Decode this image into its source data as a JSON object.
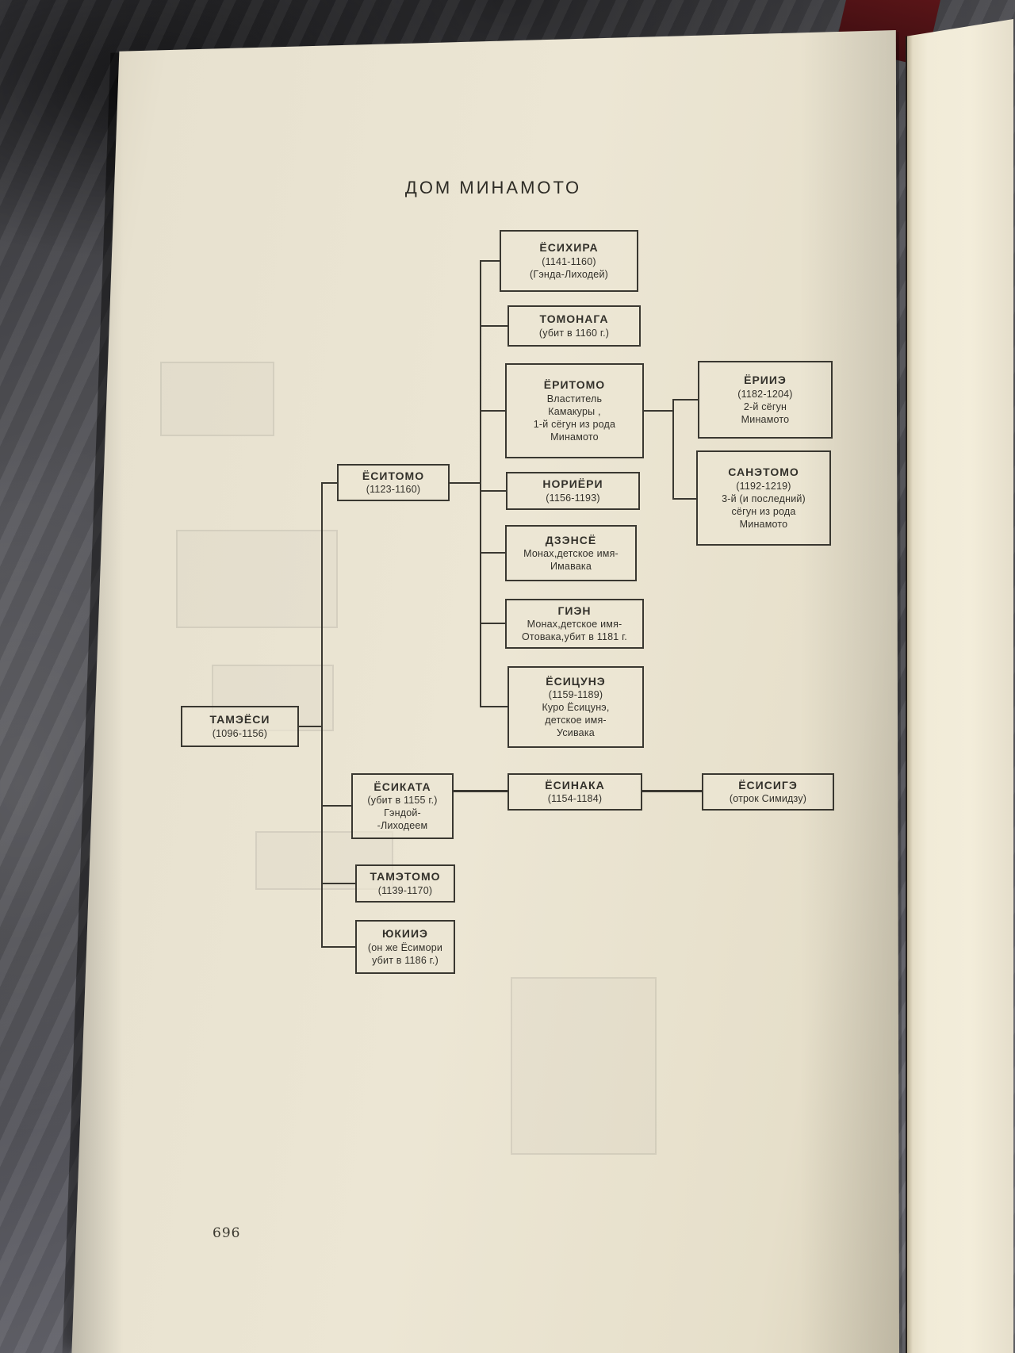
{
  "page": {
    "title": "ДОМ МИНАМОТО",
    "page_number": "696"
  },
  "colors": {
    "ink": "#3a3831",
    "paper": "#ece6d4"
  },
  "tree": {
    "tameyosi": {
      "lines": [
        "ТАМЭЁСИ",
        "(1096-1156)"
      ]
    },
    "yositomo": {
      "lines": [
        "ЁСИТОМО",
        "(1123-1160)"
      ]
    },
    "yosihira": {
      "lines": [
        "ЁСИХИРА",
        "(1141-1160)",
        "(Гэнда-Лиходей)"
      ]
    },
    "tomonaga": {
      "lines": [
        "ТОМОНАГА",
        "(убит в 1160 г.)"
      ]
    },
    "yoritomo": {
      "lines": [
        "ЁРИТОМО",
        "Властитель",
        "Камакуры ,",
        "1-й сёгун из рода",
        "Минамото"
      ]
    },
    "yoriie": {
      "lines": [
        "ЁРИИЭ",
        "(1182-1204)",
        "2-й сёгун",
        "Минамото"
      ]
    },
    "sanetomo": {
      "lines": [
        "САНЭТОМО",
        "(1192-1219)",
        "3-й (и последний)",
        "сёгун из рода",
        "Минамото"
      ]
    },
    "noriyori": {
      "lines": [
        "НОРИЁРИ",
        "(1156-1193)"
      ]
    },
    "dzense": {
      "lines": [
        "ДЗЭНСЁ",
        "Монах,детское имя-",
        "Имавака"
      ]
    },
    "gien": {
      "lines": [
        "ГИЭН",
        "Монах,детское имя-",
        "Отовака,убит в 1181 г."
      ]
    },
    "yositsune": {
      "lines": [
        "ЁСИЦУНЭ",
        "(1159-1189)",
        "Куро Ёсицунэ,",
        "детское имя-",
        "Усивака"
      ]
    },
    "yosikata": {
      "lines": [
        "ЁСИКАТА",
        "(убит в 1155 г.)",
        "Гэндой-",
        "-Лиходеем"
      ]
    },
    "yosinaka": {
      "lines": [
        "ЁСИНАКА",
        "(1154-1184)"
      ]
    },
    "yosisige": {
      "lines": [
        "ЁСИСИГЭ",
        "(отрок Симидзу)"
      ]
    },
    "tametomo": {
      "lines": [
        "ТАМЭТОМО",
        "(1139-1170)"
      ]
    },
    "yukiie": {
      "lines": [
        "ЮКИИЭ",
        "(он же Ёсимори",
        "убит в 1186 г.)"
      ]
    }
  }
}
